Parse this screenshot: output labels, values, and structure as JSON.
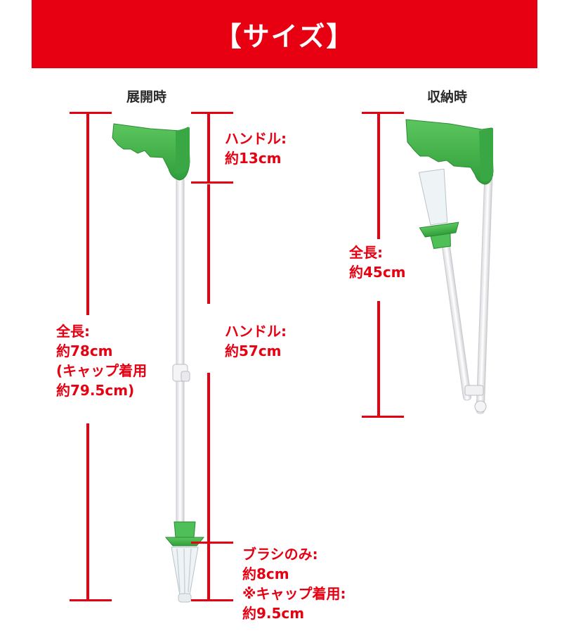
{
  "header": {
    "title": "【サイズ】"
  },
  "colors": {
    "accent": "#e60012",
    "product_green": "#3fb54a",
    "pole": "#f2f2f4"
  },
  "expanded": {
    "label": "展開時",
    "total": {
      "lines": [
        "全長:",
        "約78cm",
        "(キャップ着用",
        "約79.5cm)"
      ]
    },
    "handle": {
      "lines": [
        "ハンドル:",
        "約13cm"
      ]
    },
    "pole": {
      "lines": [
        "ハンドル:",
        "約57cm"
      ]
    },
    "brush": {
      "lines": [
        "ブラシのみ:",
        "約8cm",
        "※キャップ着用:",
        "約9.5cm"
      ]
    }
  },
  "stored": {
    "label": "収納時",
    "total": {
      "lines": [
        "全長:",
        "約45cm"
      ]
    }
  }
}
